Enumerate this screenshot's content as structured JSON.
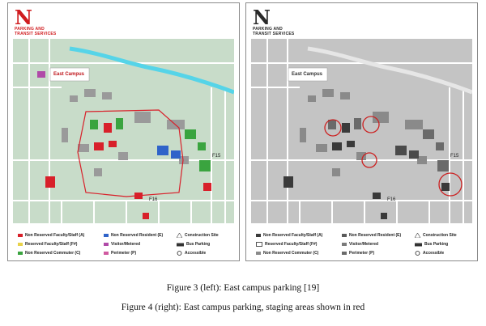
{
  "left_panel": {
    "logo_letter": "N",
    "logo_line1": "PARKING AND",
    "logo_line2": "TRANSIT SERVICES",
    "map_title": "East Campus",
    "map_labels": {
      "f15": "F15",
      "f16": "F16"
    },
    "legend": [
      {
        "label": "Non Reserved Faculty/Staff (A)",
        "color": "#d8202a"
      },
      {
        "label": "Non Reserved Resident (E)",
        "color": "#2f63c9"
      },
      {
        "label": "Construction Site",
        "icon": "construction-icon"
      },
      {
        "label": "Reserved Faculty/Staff (F#)",
        "color": "#e8d24a"
      },
      {
        "label": "Visitor/Metered",
        "color": "#b04aa8"
      },
      {
        "label": "Bus Parking",
        "icon": "bus-icon"
      },
      {
        "label": "Non Reserved Commuter (C)",
        "color": "#3aa43f"
      },
      {
        "label": "Perimeter (P)",
        "color": "#d05aa0"
      },
      {
        "label": "Accessible",
        "icon": "accessible-icon"
      }
    ],
    "colors": {
      "map_bg": "#c8dcc9",
      "river": "#56d4e8",
      "red": "#d8202a",
      "green": "#3aa43f",
      "blue": "#2f63c9"
    }
  },
  "right_panel": {
    "logo_letter": "N",
    "logo_line1": "PARKING AND",
    "logo_line2": "TRANSIT SERVICES",
    "map_title": "East Campus",
    "map_labels": {
      "f15": "F15",
      "f16": "F16"
    },
    "legend": [
      {
        "label": "Non Reserved Faculty/Staff (A)",
        "color": "#3a3a3a"
      },
      {
        "label": "Non Reserved Resident (E)",
        "color": "#5a5a5a"
      },
      {
        "label": "Construction Site",
        "icon": "construction-icon"
      },
      {
        "label": "Reserved Faculty/Staff (F#)",
        "color": "#ffffff"
      },
      {
        "label": "Visitor/Metered",
        "color": "#7a7a7a"
      },
      {
        "label": "Bus Parking",
        "icon": "bus-icon"
      },
      {
        "label": "Non Reserved Commuter (C)",
        "color": "#8a8a8a"
      },
      {
        "label": "Perimeter (P)",
        "color": "#6a6a6a"
      },
      {
        "label": "Accessible",
        "icon": "accessible-icon"
      }
    ],
    "colors": {
      "map_bg": "#c4c4c4",
      "staging_circle": "#cc2020"
    }
  },
  "captions": {
    "figure3": "Figure 3 (left): East campus parking [19]",
    "figure4": "Figure 4 (right): East campus parking, staging areas shown in red"
  }
}
